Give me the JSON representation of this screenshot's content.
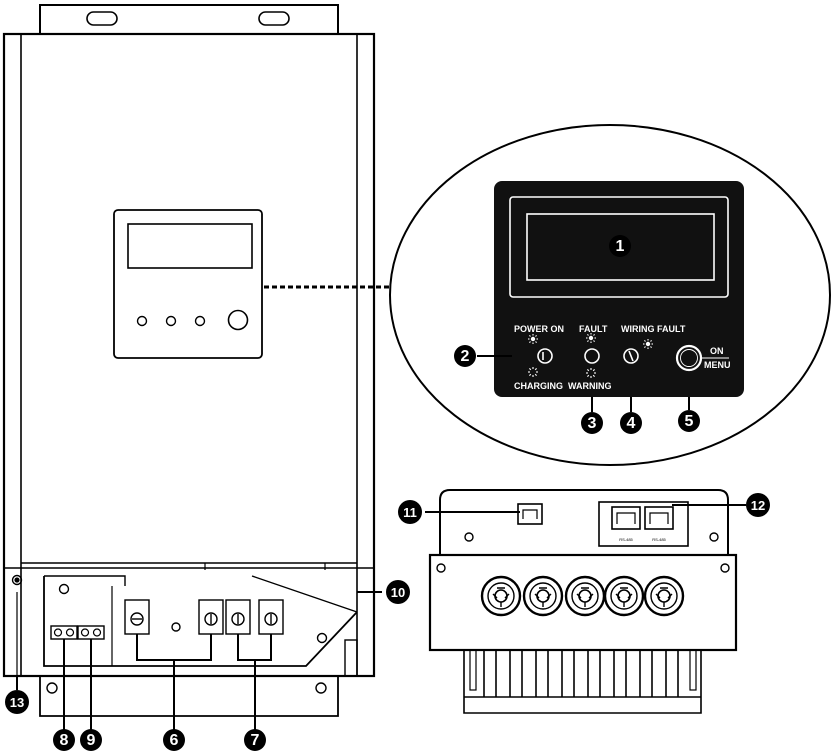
{
  "panel": {
    "power_on": "POWER ON",
    "charging": "CHARGING",
    "fault": "FAULT",
    "warning": "WARNING",
    "wiring_fault": "WIRING FAULT",
    "on": "ON",
    "menu": "MENU"
  },
  "callouts": [
    {
      "id": "lcd",
      "number": "1"
    },
    {
      "id": "power-charging-led",
      "number": "2"
    },
    {
      "id": "fault-warning-led",
      "number": "3"
    },
    {
      "id": "wiring-fault-led",
      "number": "4"
    },
    {
      "id": "on-menu-button",
      "number": "5"
    },
    {
      "id": "pv-terminals",
      "number": "6"
    },
    {
      "id": "battery-terminals",
      "number": "7"
    },
    {
      "id": "terminal-block-a",
      "number": "8"
    },
    {
      "id": "terminal-block-b",
      "number": "9"
    },
    {
      "id": "bottom-cover",
      "number": "10"
    },
    {
      "id": "rj45-port",
      "number": "11"
    },
    {
      "id": "rs485-ports",
      "number": "12"
    },
    {
      "id": "ground-screw",
      "number": "13"
    }
  ],
  "port_labels": [
    "RS-485",
    "RS-485"
  ],
  "colors": {
    "line": "#000000",
    "fill": "#ffffff",
    "panel": "#111111"
  }
}
